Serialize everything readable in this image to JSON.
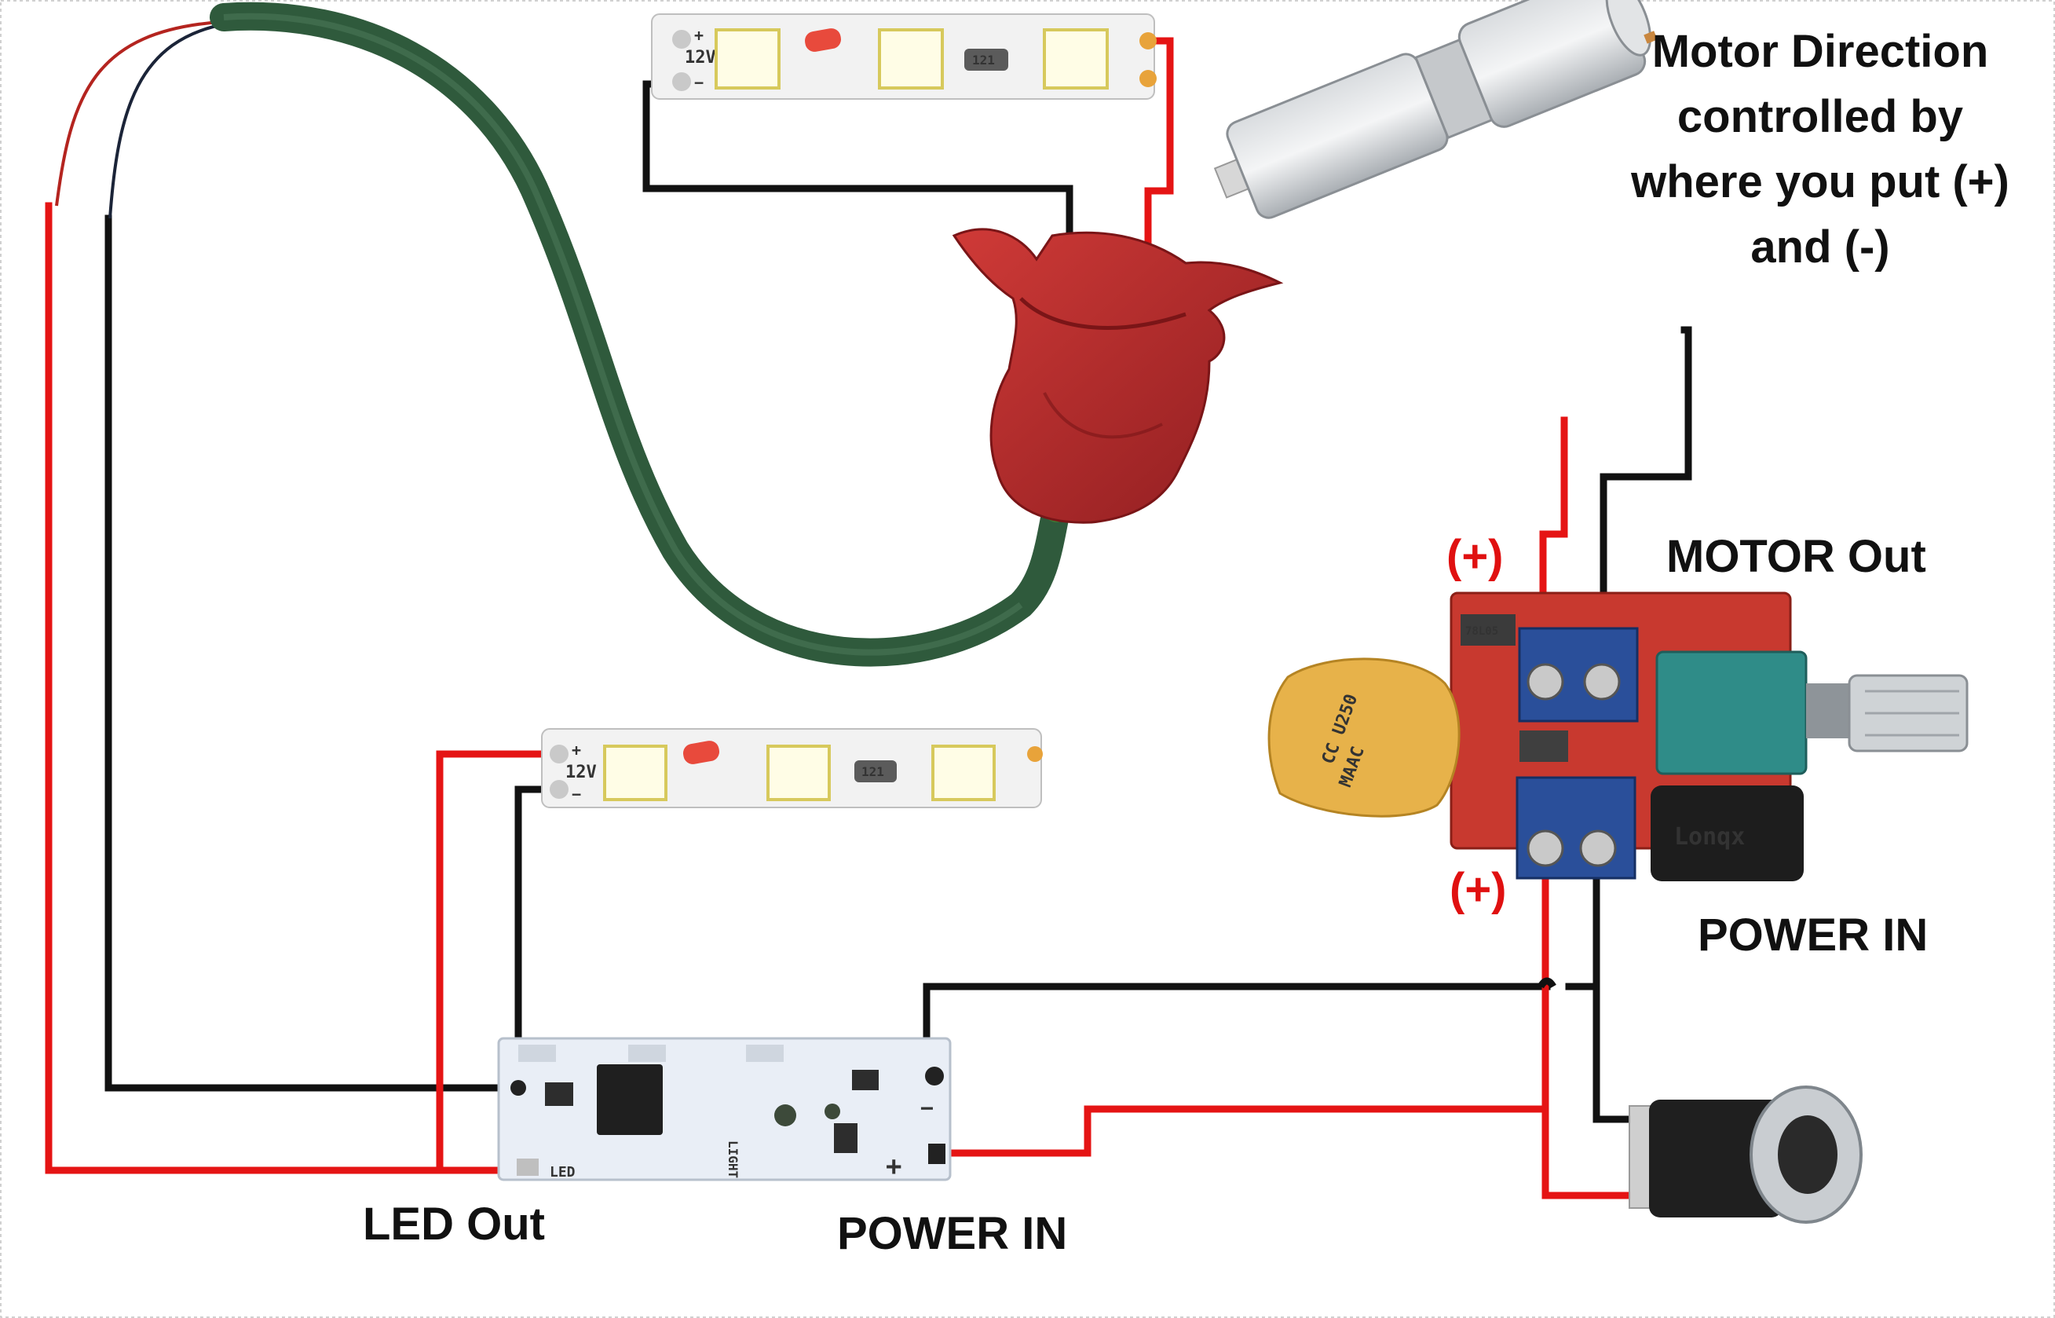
{
  "labels": {
    "motor_direction": [
      "Motor Direction",
      "controlled by",
      "where you put (+)",
      "and (-)"
    ],
    "motor_out": "MOTOR Out",
    "power_in_right": "POWER IN",
    "power_in_bottom": "POWER IN",
    "led_out": "LED Out",
    "plus_top": "(+)",
    "plus_bottom": "(+)"
  },
  "markings": {
    "strip_voltage": "12V",
    "strip_plus": "+",
    "strip_minus": "−",
    "resistor_code": "121",
    "varistor": [
      "CC U250",
      "MAAC"
    ],
    "capacitor": "Lonqx",
    "regulator": "78L05",
    "touch_board_plus": "+",
    "touch_board_minus": "−",
    "touch_board_led": "LED",
    "touch_board_light": "LIGHT"
  },
  "colors": {
    "positive_wire": "#e51414",
    "negative_wire": "#111111",
    "stem": "#2f5a3c",
    "rose": "#b3262a",
    "led_strip": "#f2f2f2",
    "pcb_motor": "#c8392f",
    "pcb_touch": "#e9eef6",
    "terminal_block": "#2a4f9a"
  },
  "icons": [
    "led-strip-icon",
    "rose-icon",
    "motor-icon",
    "pwm-board-icon",
    "touch-board-icon",
    "dc-jack-icon"
  ]
}
